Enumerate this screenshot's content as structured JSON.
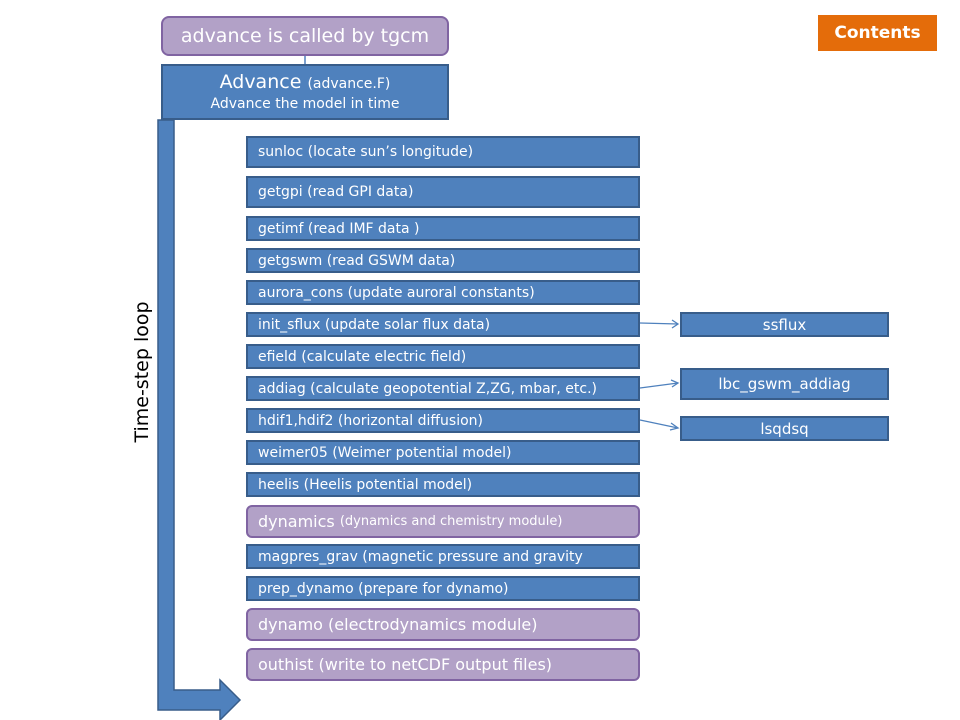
{
  "title": "advance is called by tgcm",
  "advance": {
    "name": "Advance",
    "file": "(advance.F)",
    "description": "Advance the model in time"
  },
  "contents_label": "Contents",
  "loop_label": "Time-step loop",
  "steps": [
    {
      "text": "sunloc (locate sun’s longitude)"
    },
    {
      "text": "getgpi (read GPI data)"
    },
    {
      "text": "getimf (read IMF data )"
    },
    {
      "text": "getgswm (read GSWM data)"
    },
    {
      "text": "aurora_cons (update auroral constants)"
    },
    {
      "text": "init_sflux (update solar flux data)"
    },
    {
      "text": "efield (calculate electric field)"
    },
    {
      "text": "addiag (calculate geopotential Z,ZG, mbar, etc.)"
    },
    {
      "text": "hdif1,hdif2 (horizontal diffusion)"
    },
    {
      "text": "weimer05 (Weimer potential model)"
    },
    {
      "text": "heelis (Heelis potential model)"
    },
    {
      "main": "dynamics",
      "detail": "(dynamics and chemistry module)"
    },
    {
      "text": "magpres_grav (magnetic pressure and gravity"
    },
    {
      "text": "prep_dynamo (prepare for dynamo)"
    },
    {
      "text": "dynamo (electrodynamics  module)"
    },
    {
      "text": "outhist (write to netCDF output files)"
    }
  ],
  "side_boxes": [
    {
      "text": "ssflux"
    },
    {
      "text": "lbc_gswm_addiag"
    },
    {
      "text": "lsqdsq"
    }
  ],
  "colors": {
    "blue": "#4f81bd",
    "purple": "#b2a1c7",
    "orange": "#e46c0a"
  }
}
